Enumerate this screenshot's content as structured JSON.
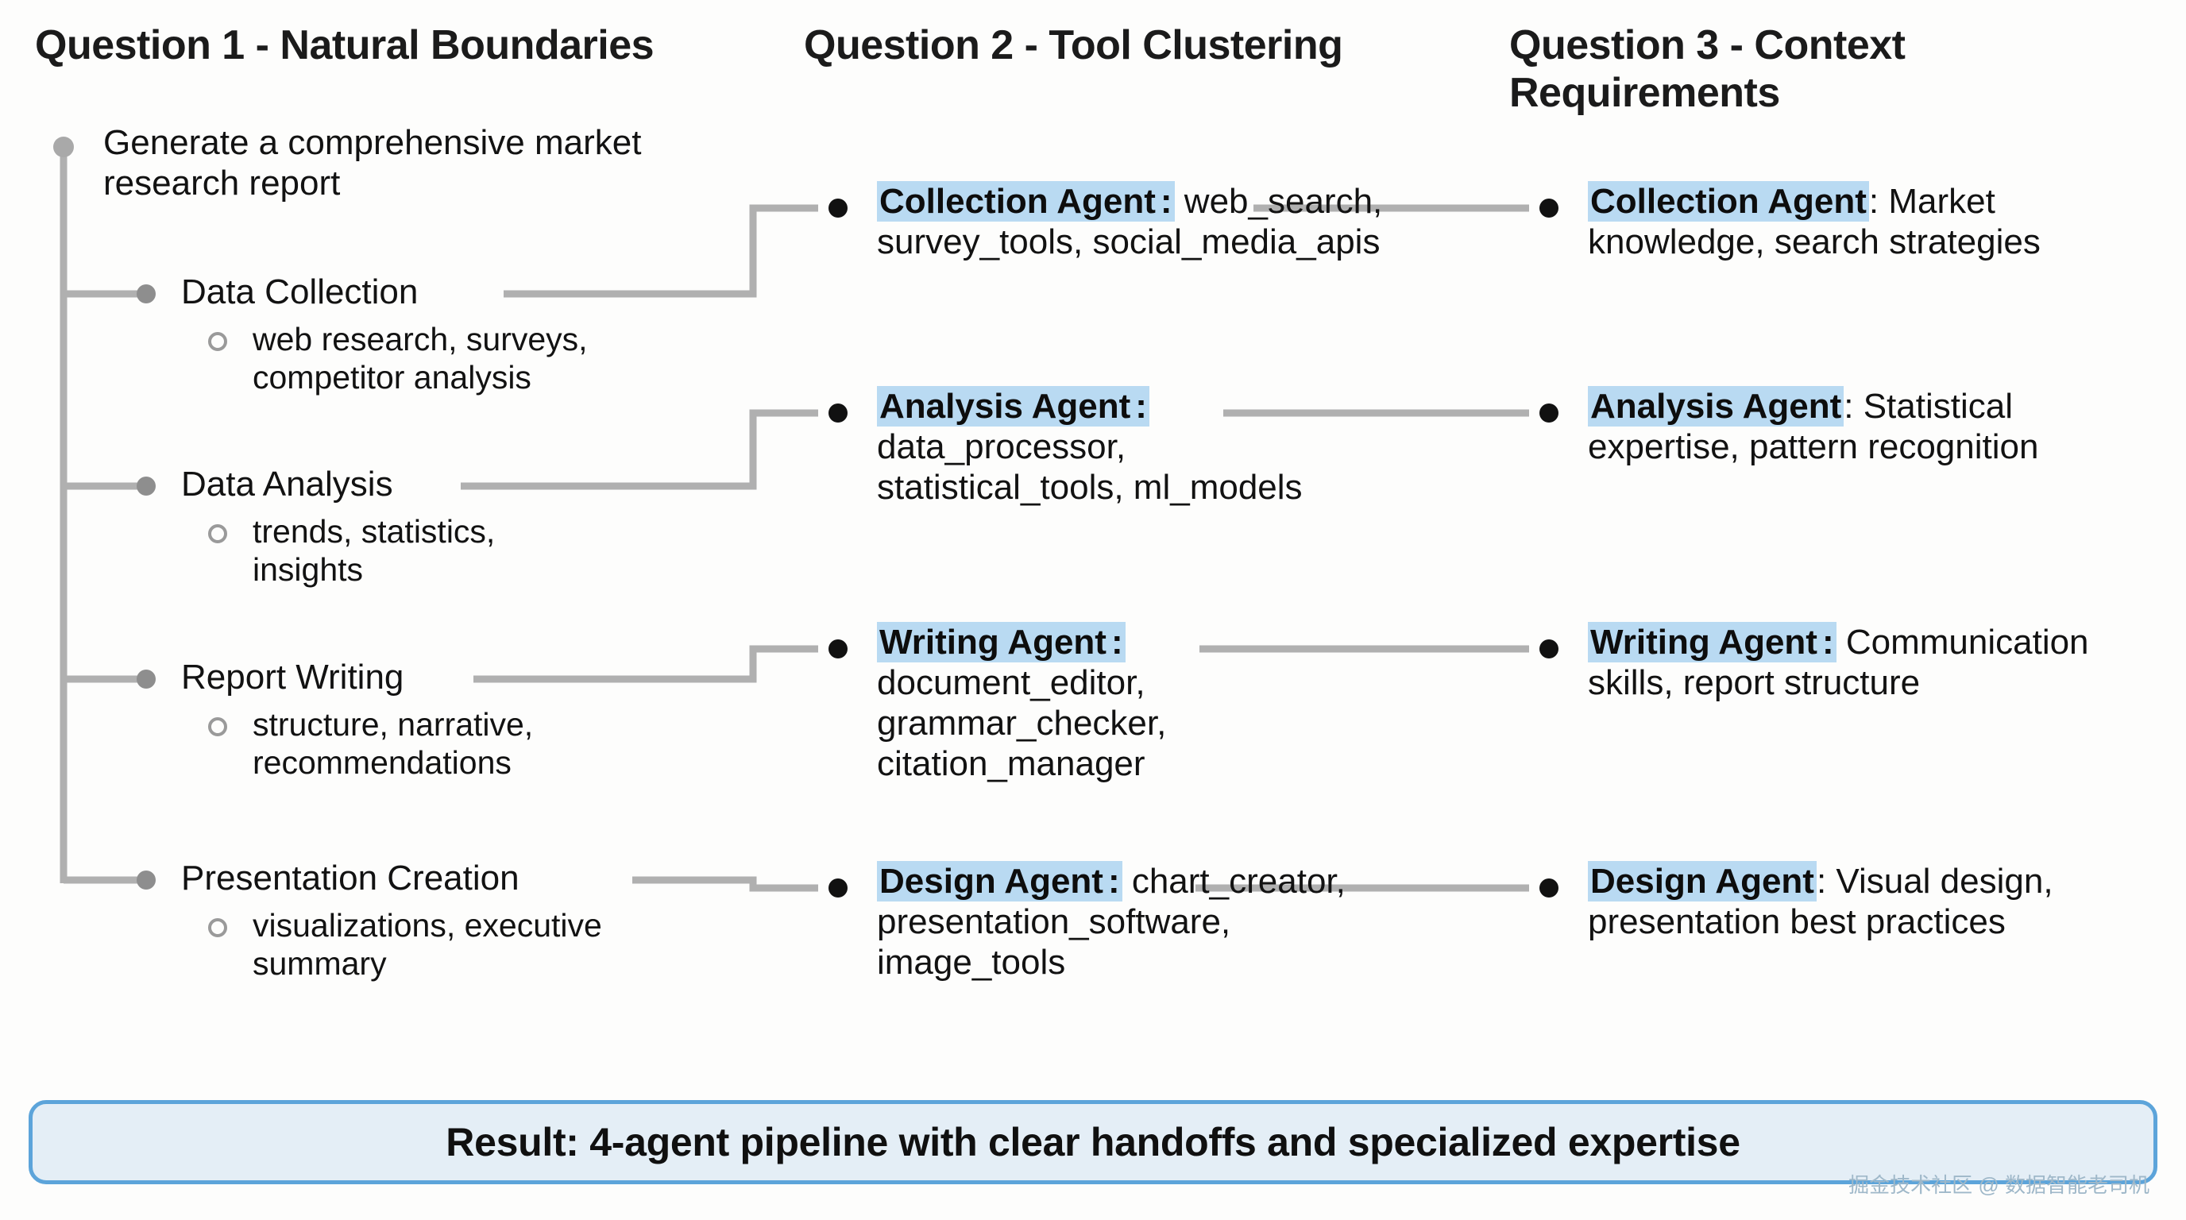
{
  "columns": [
    {
      "id": "q1",
      "heading": "Question 1 - Natural Boundaries"
    },
    {
      "id": "q2",
      "heading": "Question 2 - Tool Clustering"
    },
    {
      "id": "q3",
      "heading": "Question 3 - Context Requirements"
    }
  ],
  "tree": {
    "root": "Generate a comprehensive market research report",
    "branches": [
      {
        "title": "Data Collection",
        "detail": "web research, surveys, competitor analysis"
      },
      {
        "title": "Data Analysis",
        "detail": "trends, statistics, insights"
      },
      {
        "title": "Report Writing",
        "detail": "structure, narrative, recommendations"
      },
      {
        "title": "Presentation Creation",
        "detail": "visualizations, executive summary"
      }
    ]
  },
  "tools": [
    {
      "name": "Collection Agent",
      "separator": ":",
      "detail": " web_search, survey_tools, social_media_apis"
    },
    {
      "name": "Analysis Agent",
      "separator": ":",
      "detail": " data_processor, statistical_tools, ml_models"
    },
    {
      "name": "Writing Agent",
      "separator": ":",
      "detail": " document_editor, grammar_checker, citation_manager"
    },
    {
      "name": "Design Agent",
      "separator": ":",
      "detail": " chart_creator, presentation_software, image_tools"
    }
  ],
  "context": [
    {
      "name": "Collection Agent",
      "separator": ":",
      "detail": " Market knowledge, search strategies"
    },
    {
      "name": "Analysis Agent",
      "separator": ":",
      "detail": " Statistical expertise, pattern recognition"
    },
    {
      "name": "Writing Agent",
      "separator": ":",
      "detail": " Communication skills, report structure"
    },
    {
      "name": "Design Agent",
      "separator": ":",
      "detail": " Visual design, presentation best practices"
    }
  ],
  "result": {
    "text": "Result: 4-agent pipeline with clear handoffs and specialized expertise"
  },
  "watermark": {
    "text": "掘金技术社区 @ 数据智能老司机"
  },
  "colors": {
    "highlight": "#b9daf2",
    "connector": "#b0b0b0",
    "banner_border": "#5ca4da",
    "banner_background": "#e4eef6",
    "background": "#fdfdfc",
    "text": "#121212"
  }
}
